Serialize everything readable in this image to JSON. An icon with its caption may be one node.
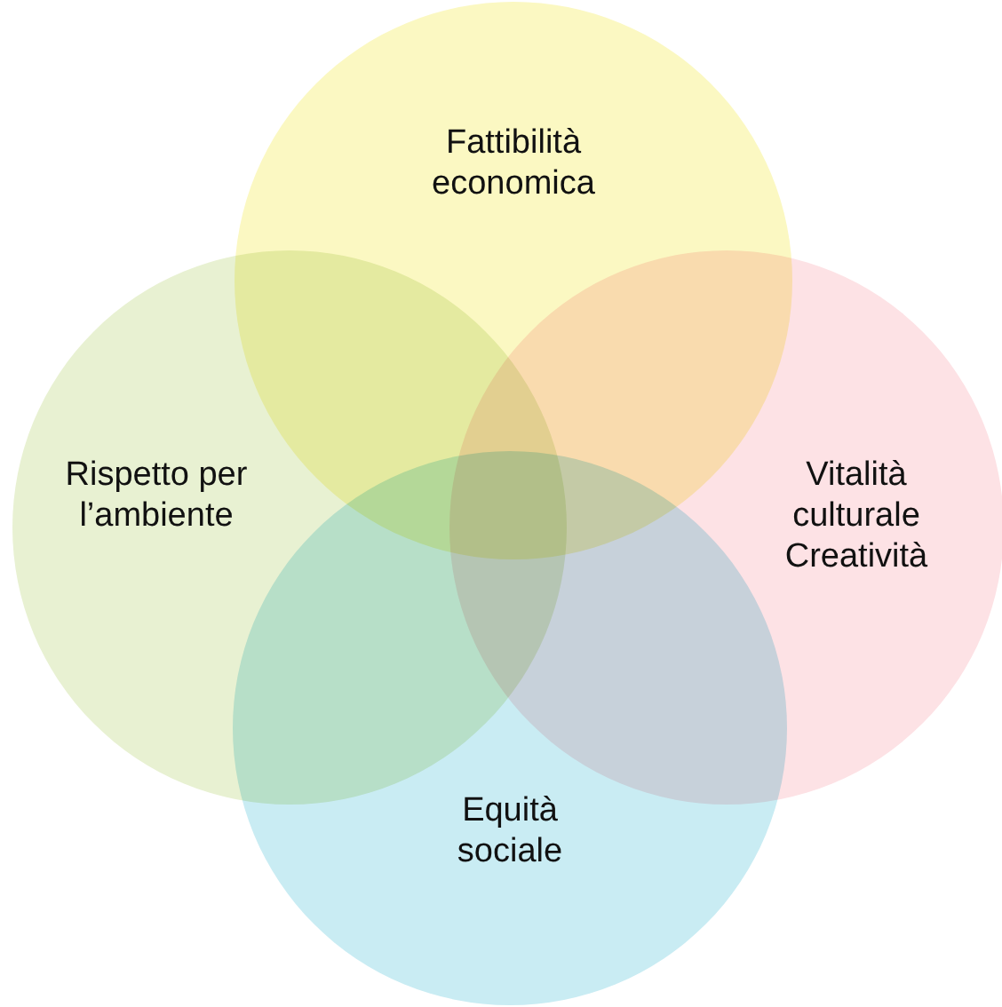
{
  "diagram": {
    "nodes": [
      {
        "text": [
          "Fattibilità economica"
        ]
      },
      {
        "text": [
          "Rispetto per l’ambiente"
        ]
      },
      {
        "text": [
          "Vitalità culturale Creatività"
        ]
      },
      {
        "text": [
          "Equità sociale"
        ]
      }
    ]
  }
}
